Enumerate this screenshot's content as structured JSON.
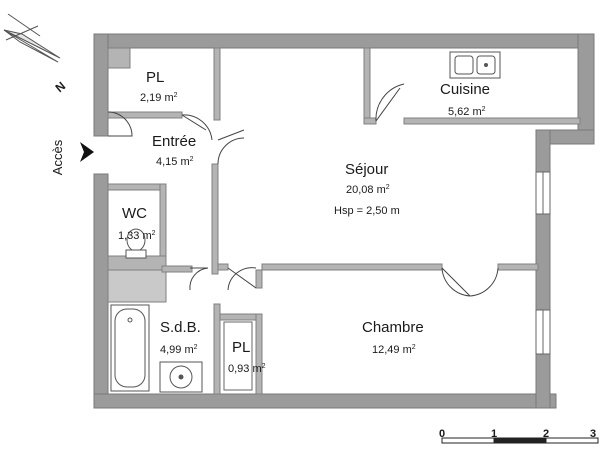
{
  "compass": {
    "north_label": "N",
    "icon": "north-arrow-icon"
  },
  "entrance": {
    "label": "Accès",
    "icon": "entrance-arrow-icon"
  },
  "rooms": {
    "pl1": {
      "name": "PL",
      "area": "2,19 m"
    },
    "entree": {
      "name": "Entrée",
      "area": "4,15 m"
    },
    "wc": {
      "name": "WC",
      "area": "1,33 m"
    },
    "sdb": {
      "name": "S.d.B.",
      "area": "4,99 m"
    },
    "pl2": {
      "name": "PL",
      "area": "0,93 m"
    },
    "sejour": {
      "name": "Séjour",
      "area": "20,08 m",
      "extra": "Hsp = 2,50 m"
    },
    "cuisine": {
      "name": "Cuisine",
      "area": "5,62 m"
    },
    "chambre": {
      "name": "Chambre",
      "area": "12,49 m"
    }
  },
  "area_unit_sup": "2",
  "scale": {
    "ticks": [
      "0",
      "1",
      "2",
      "3"
    ]
  },
  "colors": {
    "wall": "#9a9a9a",
    "wall_edge": "#7d7d7d",
    "line": "#555555"
  }
}
